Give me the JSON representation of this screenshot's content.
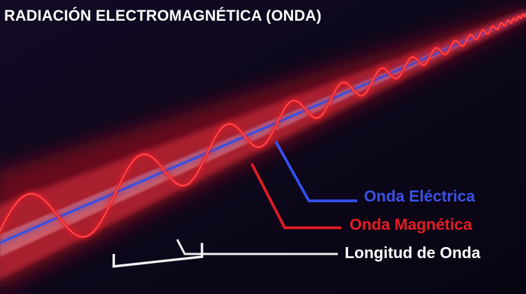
{
  "title": "RADIACIÓN ELECTROMAGNÉTICA (ONDA)",
  "labels": {
    "electric_wave": "Onda Eléctrica",
    "magnetic_wave": "Onda Magnética",
    "wavelength": "Longitud de Onda"
  },
  "colors": {
    "background": "#0a0618",
    "electric": "#2f4fe8",
    "magnetic": "#e61c24",
    "wavelength": "#ffffff",
    "beam_glow": "#c01828"
  }
}
